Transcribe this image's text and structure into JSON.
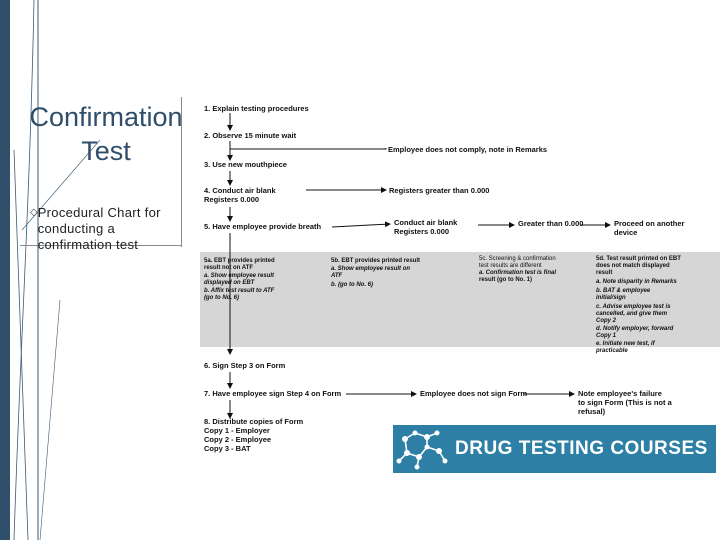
{
  "slide": {
    "title_line1": "Confirmation",
    "title_line2": "Test",
    "bullet": "Procedural Chart for conducting a confirmation test"
  },
  "colors": {
    "accent": "#2e4e6a",
    "logo_bg": "#2d7fa6",
    "band": "#d6d6d6"
  },
  "icons": {
    "bullet": "diamond-bullet-icon",
    "logo": "molecule-logo-icon"
  },
  "flowchart": {
    "step1": "1.  Explain testing procedures",
    "step2": "2.  Observe 15 minute wait",
    "step2_side": "Employee does not comply, note in Remarks",
    "step3": "3.  Use new mouthpiece",
    "step4a": "4.  Conduct air blank",
    "step4b": "     Registers 0.000",
    "step4_side": "Registers greater than 0.000",
    "step5": "5.  Have employee provide breath",
    "conduct_a": "Conduct air blank",
    "conduct_b": "Registers 0.000",
    "greater": "Greater than 0.000",
    "proceed_a": "Proceed on another",
    "proceed_b": "device",
    "b5a_1": "5a.   EBT provides printed",
    "b5a_2": "        result not on ATF",
    "b5a_3": "a.     Show employee result",
    "b5a_4": "        displayed on EBT",
    "b5a_5": "b.     Affix test result to ATF",
    "b5a_6": "        (go to  No. 6)",
    "b5b_1": "5b.  EBT provides printed result",
    "b5b_2": "a.    Show employee result on",
    "b5b_3": "       ATF",
    "b5b_4": "b.    (go to  No. 6)",
    "b5c_1": "5c.    Screening & confirmation",
    "b5c_2": "         test results are different",
    "b5c_3": "a.      Confirmation test is final",
    "b5c_4": "         result (go to No. 1)",
    "b5d_1": "5d.  Test result printed on EBT",
    "b5d_2": "       does not match displayed",
    "b5d_3": "       result",
    "b5d_4": "a.    Note disparity in Remarks",
    "b5d_5": "b.    BAT & employee",
    "b5d_6": "       initial/sign",
    "b5d_7": "c.    Advise employee test is",
    "b5d_8": "       cancelled, and give them",
    "b5d_9": "       Copy 2",
    "b5d_10": "d.    Notify employer, forward",
    "b5d_11": "       Copy 1",
    "b5d_12": "e.    Initiate new test, if",
    "b5d_13": "       practicable",
    "step6": "6.  Sign Step 3 on Form",
    "step7": "7.  Have employee sign Step 4 on Form",
    "step7_side": "Employee does not sign Form",
    "note_1": "Note employee's failure",
    "note_2": "to sign Form (This is not a",
    "note_3": "refusal)",
    "step8": "8.  Distribute copies of Form",
    "copy1": "     Copy 1 - Employer",
    "copy2": "     Copy 2 - Employee",
    "copy3": "     Copy 3 - BAT"
  },
  "logo": {
    "text": "DRUG TESTING COURSES"
  }
}
